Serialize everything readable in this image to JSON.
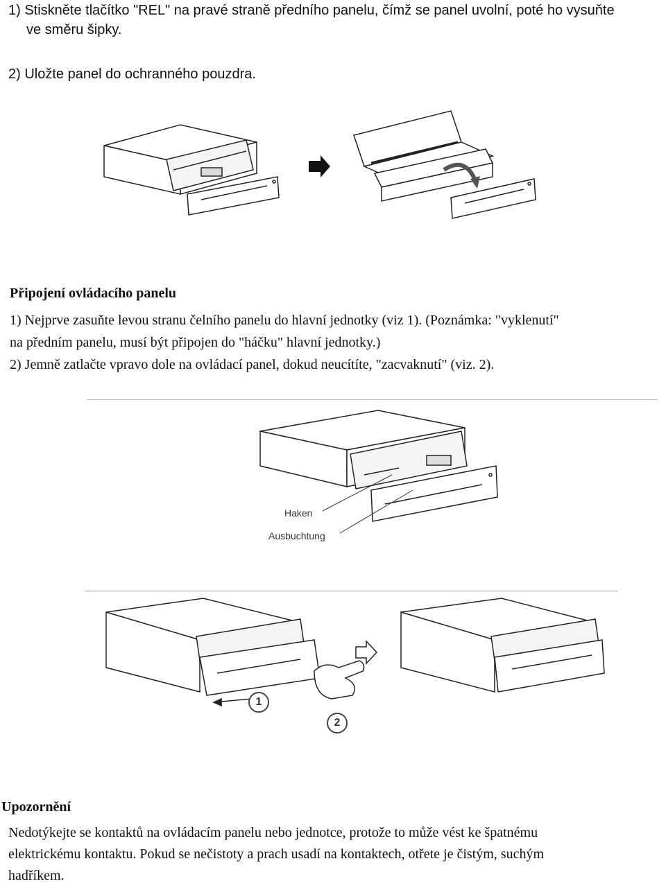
{
  "removal": {
    "step1_line1": "1) Stiskněte tlačítko \"REL\" na pravé straně předního panelu, čímž se panel uvolní, poté ho vysuňte",
    "step1_line2": "ve směru šipky.",
    "step2": "2) Uložte panel do ochranného pouzdra."
  },
  "attach": {
    "title": "Připojení ovládacího panelu",
    "step1_line1": "1) Nejprve zasuňte levou stranu čelního panelu do hlavní jednotky (viz 1). (Poznámka: \"vyklenutí\"",
    "step1_line2": "na předním panelu, musí být připojen do \"háčku\" hlavní jednotky.)",
    "step2": "2) Jemně zatlačte vpravo dole na ovládací panel, dokud neucítíte, \"zacvaknutí\" (viz. 2)."
  },
  "diagram_labels": {
    "haken": "Haken",
    "ausbuchtung": "Ausbuchtung",
    "marker1": "1",
    "marker2": "2"
  },
  "warning": {
    "title": "Upozornění",
    "line1": "Nedotýkejte se kontaktů na ovládacím panelu nebo jednotce, protože to může vést ke špatnému",
    "line2": "elektrickému kontaktu. Pokud se nečistoty a prach usadí na kontaktech, otřete je čistým, suchým",
    "line3": "hadříkem."
  }
}
